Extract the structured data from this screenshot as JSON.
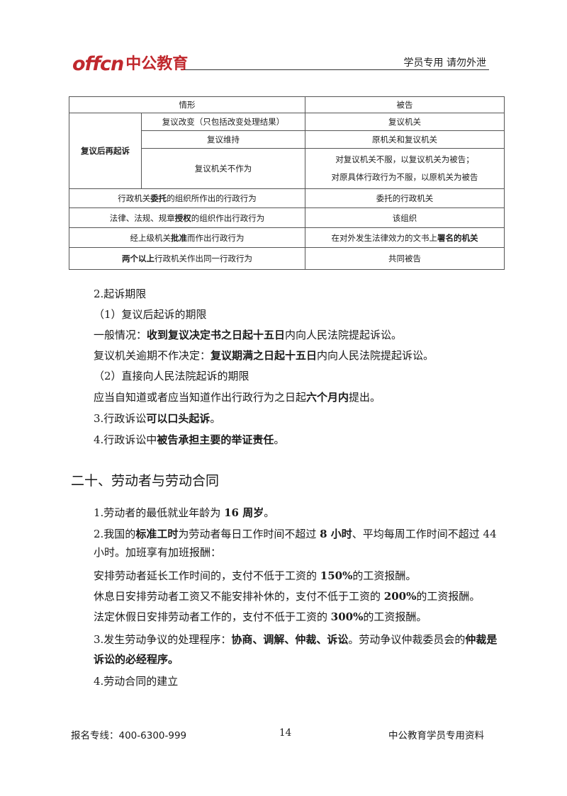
{
  "header": {
    "logo_en": "offcn",
    "logo_cn": "中公教育",
    "note": "学员专用  请勿外泄"
  },
  "table": {
    "head": [
      "情形",
      "被告"
    ],
    "group_label": "复议后再起诉",
    "rows": [
      {
        "case": "复议改变（只包括改变处理结果）",
        "defendant": "复议机关"
      },
      {
        "case": "复议维持",
        "defendant": "原机关和复议机关"
      },
      {
        "case": "复议机关不作为",
        "defendant_lines": [
          "对复议机关不服，以复议机关为被告；",
          "对原具体行政行为不服，以原机关为被告"
        ]
      },
      {
        "case_parts": [
          "行政机关",
          "委托",
          "的组织所作出的行政行为"
        ],
        "defendant": "委托的行政机关"
      },
      {
        "case_parts": [
          "法律、法规、规章",
          "授权",
          "的组织作出行政行为"
        ],
        "defendant": "该组织"
      },
      {
        "case_parts": [
          "经上级机关",
          "批准",
          "而作出行政行为"
        ],
        "defendant_parts": [
          "在对外发生法律效力的文书上",
          "署名的机关"
        ]
      },
      {
        "case_parts": [
          "两个以上",
          "行政机关作出同一行政行为"
        ],
        "defendant": "共同被告"
      }
    ]
  },
  "body": {
    "p1": "2.起诉期限",
    "p2": "（1）复议后起诉的期限",
    "p3": {
      "pre": "一般情况：",
      "bold": "收到复议决定书之日起十五日",
      "post": "内向人民法院提起诉讼。"
    },
    "p4": {
      "pre": "复议机关逾期不作决定：",
      "bold": "复议期满之日起十五日",
      "post": "内向人民法院提起诉讼。"
    },
    "p5": "（2）直接向人民法院起诉的期限",
    "p6": {
      "pre": "应当自知道或者应当知道作出行政行为之日起",
      "bold": "六个月内",
      "post": "提出。"
    },
    "p7": {
      "pre": "3.行政诉讼",
      "bold": "可以口头起诉",
      "post": "。"
    },
    "p8": {
      "pre": "4.行政诉讼中",
      "bold": "被告承担主要的举证责任",
      "post": "。"
    }
  },
  "section": {
    "title": "二十、劳动者与劳动合同",
    "s1": {
      "pre": "1.劳动者的最低就业年龄为 ",
      "bold": "16 周岁",
      "post": "。"
    },
    "s2": {
      "pre": "2.我国的",
      "bold1": "标准工时",
      "mid": "为劳动者每日工作时间不超过 ",
      "bold2": "8 小时",
      "post": "、平均每周工作时间不超过 44 小时。加班享有加班报酬："
    },
    "s3": {
      "pre": "安排劳动者延长工作时间的，支付不低于工资的 ",
      "bold": "150%",
      "post": "的工资报酬。"
    },
    "s4": {
      "pre": "休息日安排劳动者工资又不能安排补休的，支付不低于工资的 ",
      "bold": "200%",
      "post": "的工资报酬。"
    },
    "s5": {
      "pre": "法定休假日安排劳动者工作的，支付不低于工资的 ",
      "bold": "300%",
      "post": "的工资报酬。"
    },
    "s6": {
      "pre": "3.发生劳动争议的处理程序：",
      "bold1": "协商、调解、仲裁、诉讼",
      "mid": "。劳动争议仲裁委员会的",
      "bold2": "仲裁是诉讼的必经程序。"
    },
    "s7": "4.劳动合同的建立"
  },
  "footer": {
    "left": "报名专线：400-6300-999",
    "page": "14",
    "right": "中公教育学员专用资料"
  }
}
